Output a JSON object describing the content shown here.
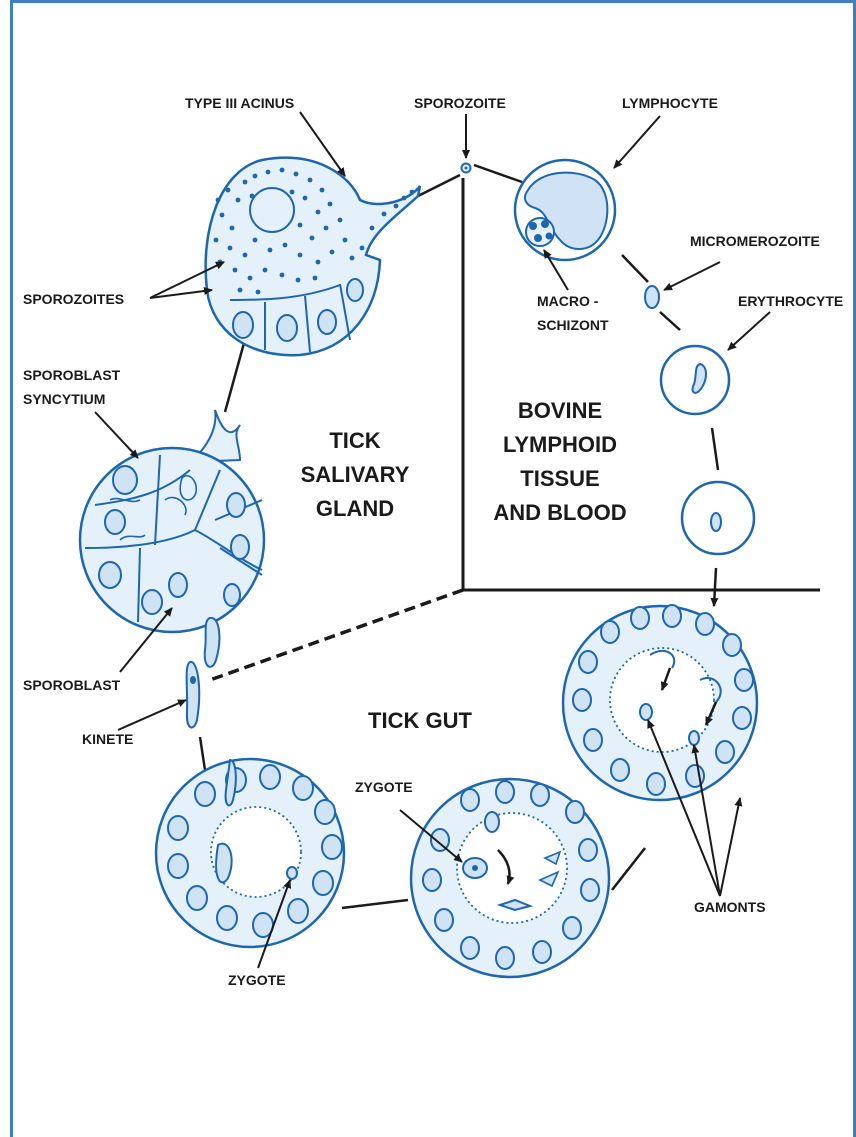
{
  "colors": {
    "frame": "#3f7fc1",
    "cell_fill": "#e4f0fa",
    "cell_stroke": "#1e66ad",
    "ink": "#1a1a1a"
  },
  "labels": {
    "type_iii_acinus": "TYPE III ACINUS",
    "sporozoite": "SPOROZOITE",
    "lymphocyte": "LYMPHOCYTE",
    "micromerozoite": "MICROMEROZOITE",
    "macro_schizont_1": "MACRO -",
    "macro_schizont_2": "SCHIZONT",
    "erythrocyte": "ERYTHROCYTE",
    "sporozoites": "SPOROZOITES",
    "sporoblast_syncytium_1": "SPOROBLAST",
    "sporoblast_syncytium_2": "SYNCYTIUM",
    "sporoblast": "SPOROBLAST",
    "kinete": "KINETE",
    "zygote_mid": "ZYGOTE",
    "zygote_bottom": "ZYGOTE",
    "gamonts": "GAMONTS"
  },
  "regions": {
    "salivary_1": "TICK",
    "salivary_2": "SALIVARY",
    "salivary_3": "GLAND",
    "bovine_1": "BOVINE",
    "bovine_2": "LYMPHOID",
    "bovine_3": "TISSUE",
    "bovine_4": "AND BLOOD",
    "gut": "TICK GUT"
  }
}
